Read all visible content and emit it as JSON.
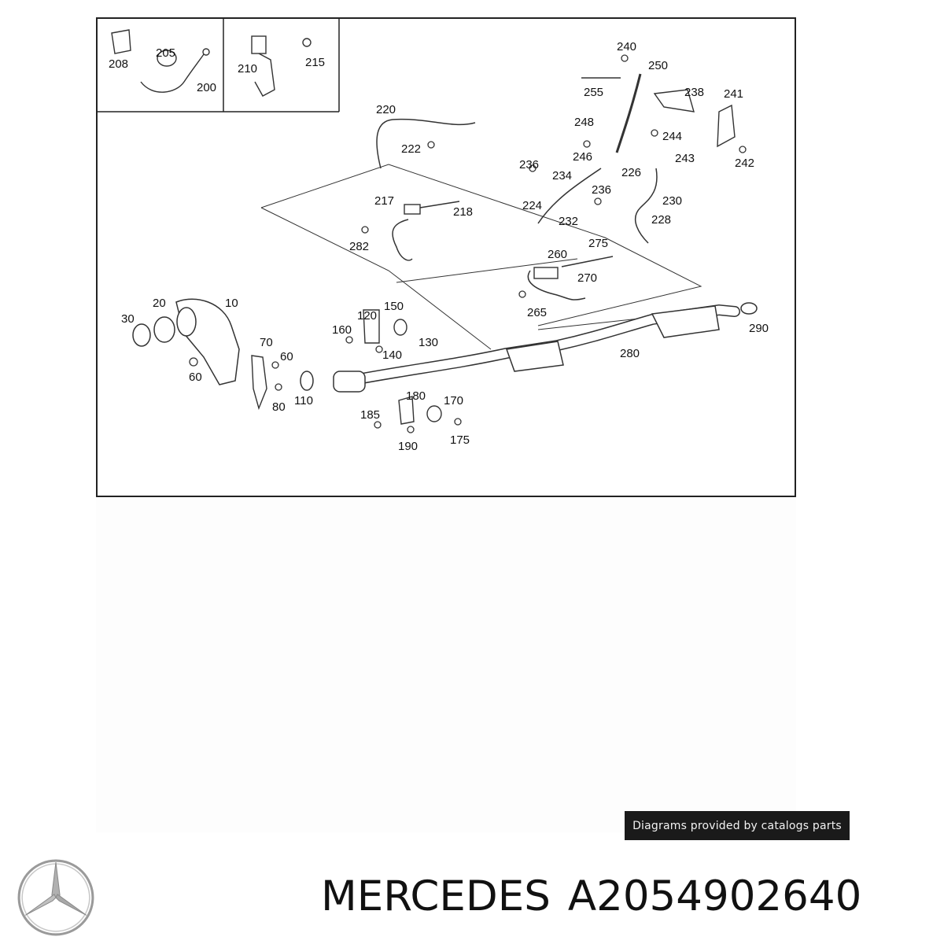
{
  "diagram": {
    "callouts": [
      {
        "id": "c208",
        "text": "208"
      },
      {
        "id": "c205",
        "text": "205"
      },
      {
        "id": "c200",
        "text": "200"
      },
      {
        "id": "c210",
        "text": "210"
      },
      {
        "id": "c215",
        "text": "215"
      },
      {
        "id": "c220",
        "text": "220"
      },
      {
        "id": "c222",
        "text": "222"
      },
      {
        "id": "c217",
        "text": "217"
      },
      {
        "id": "c218",
        "text": "218"
      },
      {
        "id": "c282",
        "text": "282"
      },
      {
        "id": "c240",
        "text": "240"
      },
      {
        "id": "c250",
        "text": "250"
      },
      {
        "id": "c255",
        "text": "255"
      },
      {
        "id": "c238",
        "text": "238"
      },
      {
        "id": "c241",
        "text": "241"
      },
      {
        "id": "c248",
        "text": "248"
      },
      {
        "id": "c244",
        "text": "244"
      },
      {
        "id": "c246",
        "text": "246"
      },
      {
        "id": "c243",
        "text": "243"
      },
      {
        "id": "c242",
        "text": "242"
      },
      {
        "id": "c236a",
        "text": "236"
      },
      {
        "id": "c234",
        "text": "234"
      },
      {
        "id": "c226",
        "text": "226"
      },
      {
        "id": "c236b",
        "text": "236"
      },
      {
        "id": "c224",
        "text": "224"
      },
      {
        "id": "c232",
        "text": "232"
      },
      {
        "id": "c230",
        "text": "230"
      },
      {
        "id": "c228",
        "text": "228"
      },
      {
        "id": "c275",
        "text": "275"
      },
      {
        "id": "c260",
        "text": "260"
      },
      {
        "id": "c270",
        "text": "270"
      },
      {
        "id": "c265",
        "text": "265"
      },
      {
        "id": "c290",
        "text": "290"
      },
      {
        "id": "c280",
        "text": "280"
      },
      {
        "id": "c30",
        "text": "30"
      },
      {
        "id": "c20",
        "text": "20"
      },
      {
        "id": "c10",
        "text": "10"
      },
      {
        "id": "c60a",
        "text": "60"
      },
      {
        "id": "c70",
        "text": "70"
      },
      {
        "id": "c60b",
        "text": "60"
      },
      {
        "id": "c80",
        "text": "80"
      },
      {
        "id": "c110",
        "text": "110"
      },
      {
        "id": "c120",
        "text": "120"
      },
      {
        "id": "c150",
        "text": "150"
      },
      {
        "id": "c160",
        "text": "160"
      },
      {
        "id": "c130",
        "text": "130"
      },
      {
        "id": "c140",
        "text": "140"
      },
      {
        "id": "c180",
        "text": "180"
      },
      {
        "id": "c170",
        "text": "170"
      },
      {
        "id": "c185",
        "text": "185"
      },
      {
        "id": "c175",
        "text": "175"
      },
      {
        "id": "c190",
        "text": "190"
      }
    ]
  },
  "credit": {
    "text": "Diagrams provided by catalogs parts"
  },
  "brand": {
    "name": "MERCEDES",
    "part_number": "A2054902640",
    "logo_icon": "mercedes-star-icon"
  }
}
